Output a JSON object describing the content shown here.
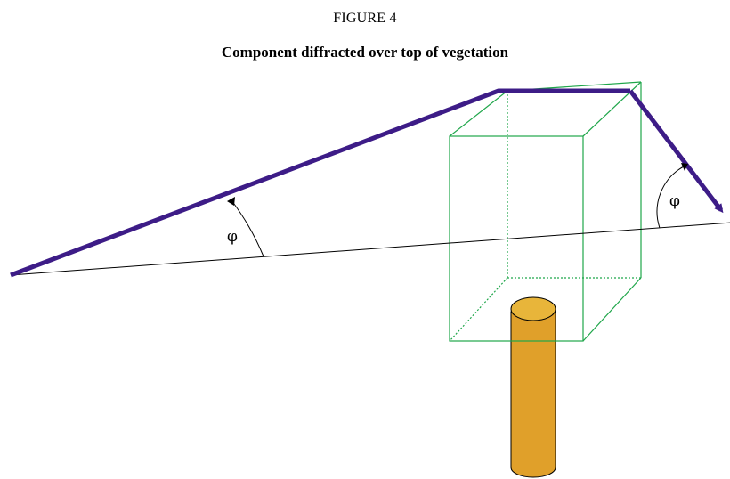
{
  "figure": {
    "label": "FIGURE 4",
    "title": "Component diffracted over top of vegetation"
  },
  "annotations": {
    "angle_left": "φ",
    "angle_right": "φ"
  },
  "colors": {
    "ray": "#3d1c87",
    "vegetation_box": "#1fa64a",
    "trunk_fill": "#e0a02a",
    "trunk_top": "#e8b53a",
    "baseline": "#000000"
  }
}
